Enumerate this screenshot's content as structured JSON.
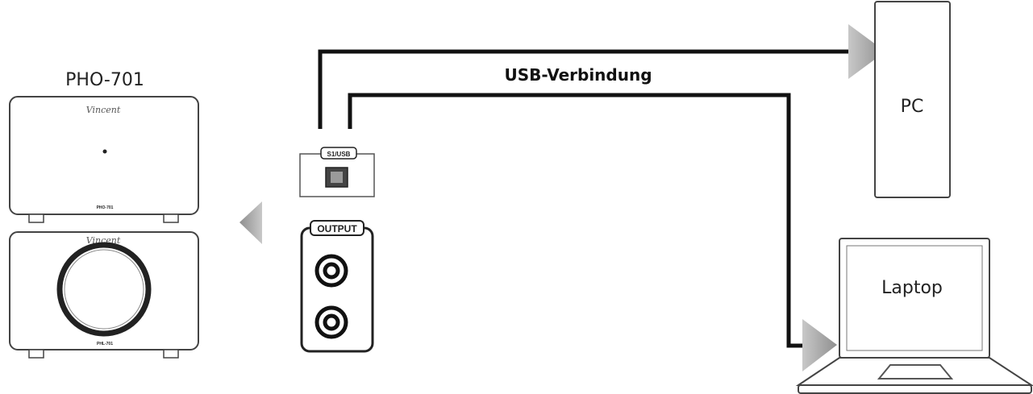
{
  "labels": {
    "device_name": "PHO-701",
    "connection": "USB-Verbindung",
    "pc": "PC",
    "laptop": "Laptop",
    "usb_port": "S1/USB",
    "output_panel": "OUTPUT",
    "top_unit_model": "PHO-701",
    "bottom_unit_model": "PHL-701"
  },
  "colors": {
    "cable": "#111111",
    "outline": "#444444",
    "arrow": "#9a9a9a",
    "background": "#ffffff"
  }
}
